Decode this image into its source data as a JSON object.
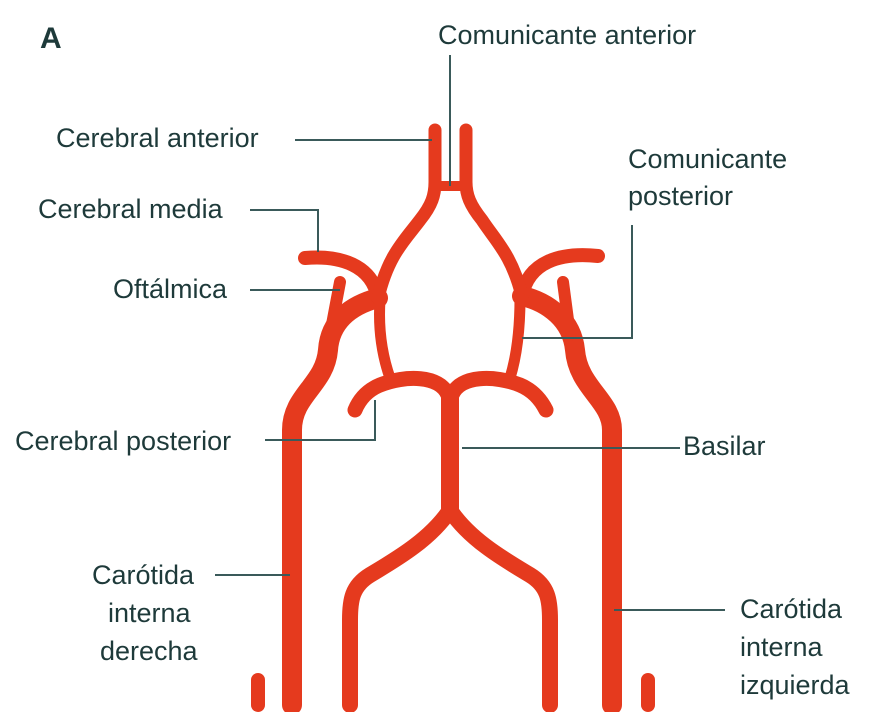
{
  "panel_label": "A",
  "colors": {
    "vessel": "#e53a1e",
    "vessel_dark": "#b82410",
    "label": "#1e3a3a",
    "leader": "#3a5a5a"
  },
  "labels": {
    "comunicante_anterior": "Comunicante anterior",
    "cerebral_anterior": "Cerebral anterior",
    "comunicante_posterior_1": "Comunicante",
    "comunicante_posterior_2": "posterior",
    "cerebral_media": "Cerebral media",
    "oftalmica": "Oftálmica",
    "cerebral_posterior": "Cerebral posterior",
    "basilar": "Basilar",
    "carotida_derecha_1": "Carótida",
    "carotida_derecha_2": "interna",
    "carotida_derecha_3": "derecha",
    "carotida_izquierda_1": "Carótida",
    "carotida_izquierda_2": "interna",
    "carotida_izquierda_3": "izquierda"
  }
}
